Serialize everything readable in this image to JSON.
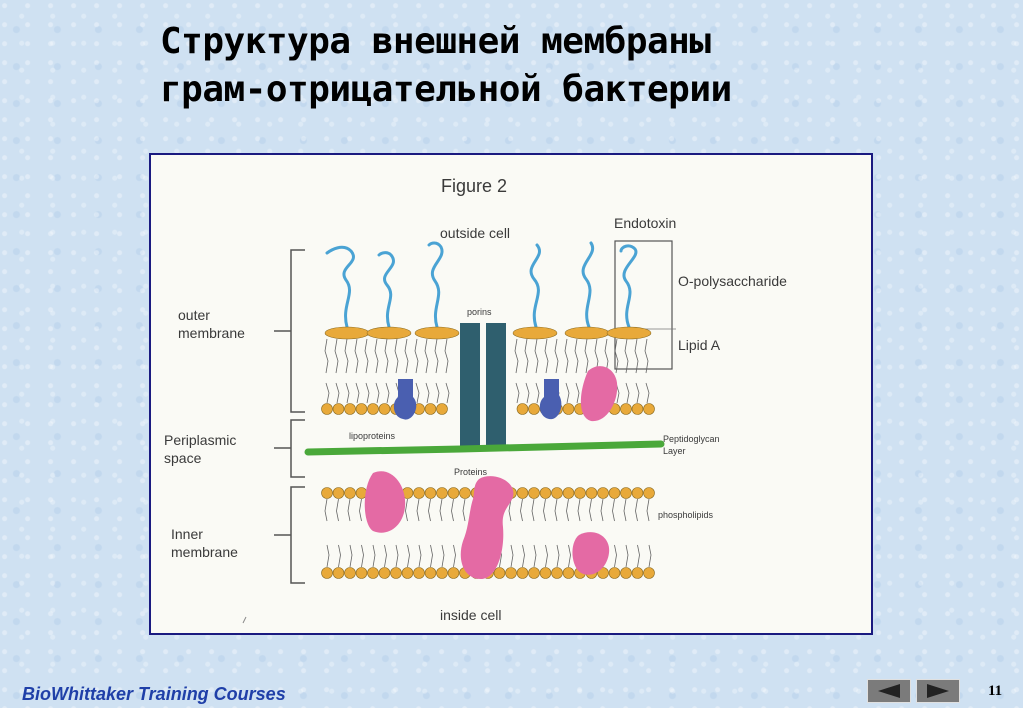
{
  "slide": {
    "title_line1": "Структура внешней мембраны",
    "title_line2": "грам-отрицательной бактерии",
    "footer": "BioWhittaker Training Courses",
    "page_number": "11"
  },
  "figure": {
    "title": "Figure 2",
    "labels": {
      "outside_cell": "outside cell",
      "inside_cell": "inside cell",
      "endotoxin": "Endotoxin",
      "o_polysaccharide": "O-polysaccharide",
      "lipid_a": "Lipid A",
      "porins": "porins",
      "lipoproteins": "lipoproteins",
      "peptidoglycan_line1": "Peptidoglycan",
      "peptidoglycan_line2": "Layer",
      "proteins": "Proteins",
      "phospholipids": "phospholipids",
      "outer_membrane_line1": "outer",
      "outer_membrane_line2": "membrane",
      "periplasmic_line1": "Periplasmic",
      "periplasmic_line2": "space",
      "inner_membrane_line1": "Inner",
      "inner_membrane_line2": "membrane"
    },
    "colors": {
      "polysaccharide": "#4aa3d4",
      "lipid_head": "#e8a93a",
      "porin": "#2f5f6e",
      "lipoprotein": "#4a5fb0",
      "protein": "#e46aa4",
      "peptidoglycan": "#4aa83a"
    }
  },
  "nav": {
    "prev_icon": "triangle-left-icon",
    "next_icon": "triangle-right-icon"
  }
}
